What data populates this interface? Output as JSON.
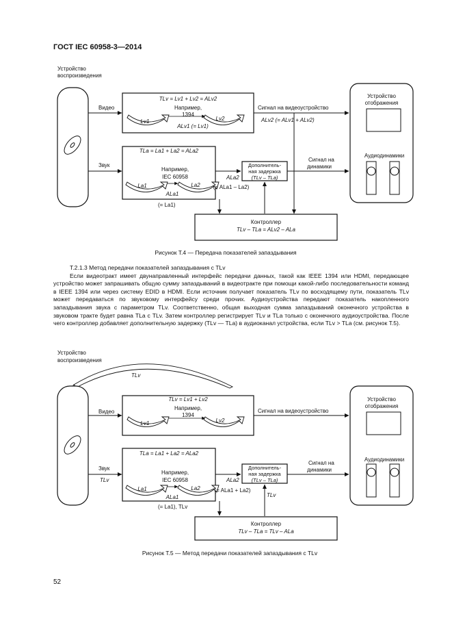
{
  "header": "ГОСТ IEC 60958-3—2014",
  "page_number": "52",
  "fig4": {
    "caption": "Рисунок Т.4 — Передача показателей запаздывания",
    "source_line1": "Устройство",
    "source_line2": "воспроизведения",
    "video_label": "Видео",
    "sound_label": "Звук",
    "video_box_formula": "TLv = Lv1 + Lv2 = ALv2",
    "video_example_line1": "Например,",
    "video_example_line2": "1394",
    "lv1": "Lv1",
    "lv2": "Lv2",
    "alv1": "ALv1 (= Lv1)",
    "video_signal": "Сигнал на видеоустройство",
    "alv2_formula": "ALv2 (= ALv1 + ALv2)",
    "audio_box_formula": "TLa = La1 + La2 = ALa2",
    "audio_example_line1": "Например,",
    "audio_example_line2": "IEC 60958",
    "la1": "La1",
    "la2": "La2",
    "ala1": "ALa1",
    "ala1_eq": "(= La1)",
    "ala2": "ALa2",
    "ala2_formula": "(= ALa1 – La2)",
    "delay_line1": "Дополнитель-",
    "delay_line2": "ная задержка",
    "delay_line3": "(TLv – TLa)",
    "audio_signal_line1": "Сигнал на",
    "audio_signal_line2": "динамики",
    "display_line1": "Устройство",
    "display_line2": "отображения",
    "speakers": "Аудиодинамики",
    "controller_line1": "Контроллер",
    "controller_line2": "TLv – TLa = ALv2 – ALa"
  },
  "section_title": "Т.2.1.3 Метод передачи показателей запаздывания с TLv",
  "paragraph": "Если видеотракт имеет двунаправленный интерфейс передачи данных, такой как IEEE 1394 или HDMI, передающее устройство может запрашивать общую сумму запаздываний в видеотракте при помощи какой-либо последовательности команд в IEEE 1394 или через систему EDID в HDMI. Если источник получает показатель TLv по восходящему пути, показатель TLv может передаваться по звуковому интерфейсу среди прочих. Аудиоустройства передают показатель накопленного запаздывания звука с параметром TLv. Соответственно, общая выходная сумма запаздываний оконечного устройства в звуковом тракте будет равна TLa с TLv. Затем контроллер регистрирует TLv и TLa только с оконечного аудиоустройства. После чего контроллер добавляет дополнительную задержку (TLv — TLa) в аудиоканал устройства, если TLv > TLa (см. рисунок Т.5).",
  "fig5": {
    "caption": "Рисунок Т.5 — Метод передачи показателей запаздывания с TLv",
    "source_line1": "Устройство",
    "source_line2": "воспроизведения",
    "tlv_arrow": "TLv",
    "video_label": "Видео",
    "sound_label": "Звук",
    "sound_tlv": "TLv",
    "video_box_formula": "TLv = Lv1 + Lv2",
    "video_example_line1": "Например,",
    "video_example_line2": "1394",
    "lv1": "Lv1",
    "lv2": "Lv2",
    "video_signal": "Сигнал на видеоустройство",
    "audio_box_formula": "TLa = La1 + La2 = ALa2",
    "audio_example_line1": "Например,",
    "audio_example_line2": "IEC 60958",
    "la1": "La1",
    "la2": "La2",
    "ala1": "ALa1",
    "ala1_eq": "(= La1), TLv",
    "ala2": "ALa2",
    "ala2_formula": "(= ALa1 + La2)",
    "tlv_up": "TLv",
    "delay_line1": "Дополнитель-",
    "delay_line2": "ная задержка",
    "delay_line3": "(TLv – TLa)",
    "audio_signal_line1": "Сигнал на",
    "audio_signal_line2": "динамики",
    "display_line1": "Устройство",
    "display_line2": "отображения",
    "speakers": "Аудиодинамики",
    "controller_line1": "Контроллер",
    "controller_line2": "TLv – TLa = TLv – ALa"
  }
}
